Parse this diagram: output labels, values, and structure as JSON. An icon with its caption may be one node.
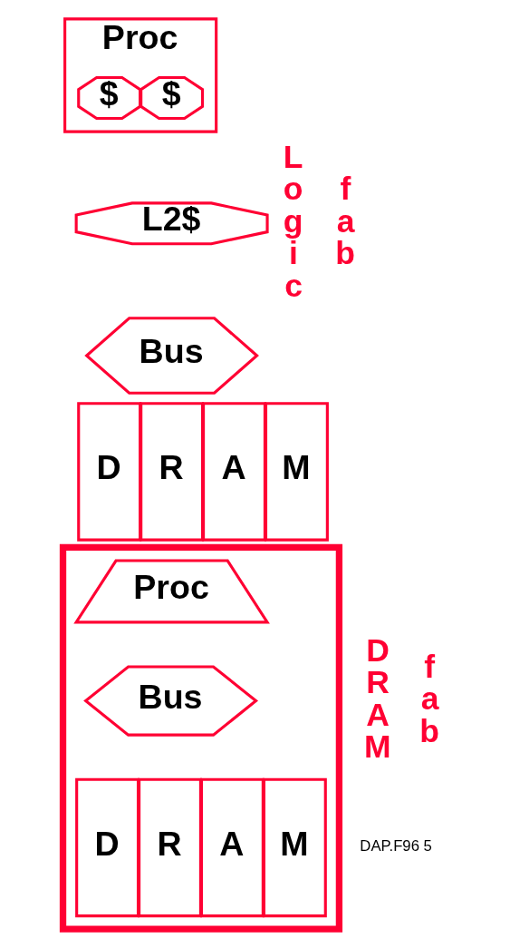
{
  "diagram": {
    "nodes": [
      {
        "text": [
          "Proc"
        ]
      },
      {
        "text": [
          "$"
        ],
        "in": 0
      },
      {
        "text": [
          "$"
        ],
        "in": 0
      },
      {
        "text": [
          "L2$"
        ]
      },
      {
        "text": [
          "Bus"
        ]
      },
      {
        "text": [
          "D"
        ]
      },
      {
        "text": [
          "R"
        ]
      },
      {
        "text": [
          "A"
        ]
      },
      {
        "text": [
          "M"
        ]
      },
      {
        "text": [],
        "shape": "box"
      },
      {
        "text": [
          "Proc"
        ],
        "in": 9
      },
      {
        "text": [
          "Bus"
        ],
        "in": 9
      },
      {
        "text": [
          "D"
        ],
        "in": 9
      },
      {
        "text": [
          "R"
        ],
        "in": 9
      },
      {
        "text": [
          "A"
        ],
        "in": 9
      },
      {
        "text": [
          "M"
        ],
        "in": 9
      }
    ],
    "labels": [
      "Logic",
      "fab",
      "DRAM",
      "fab",
      "DAP.F96 5"
    ]
  }
}
